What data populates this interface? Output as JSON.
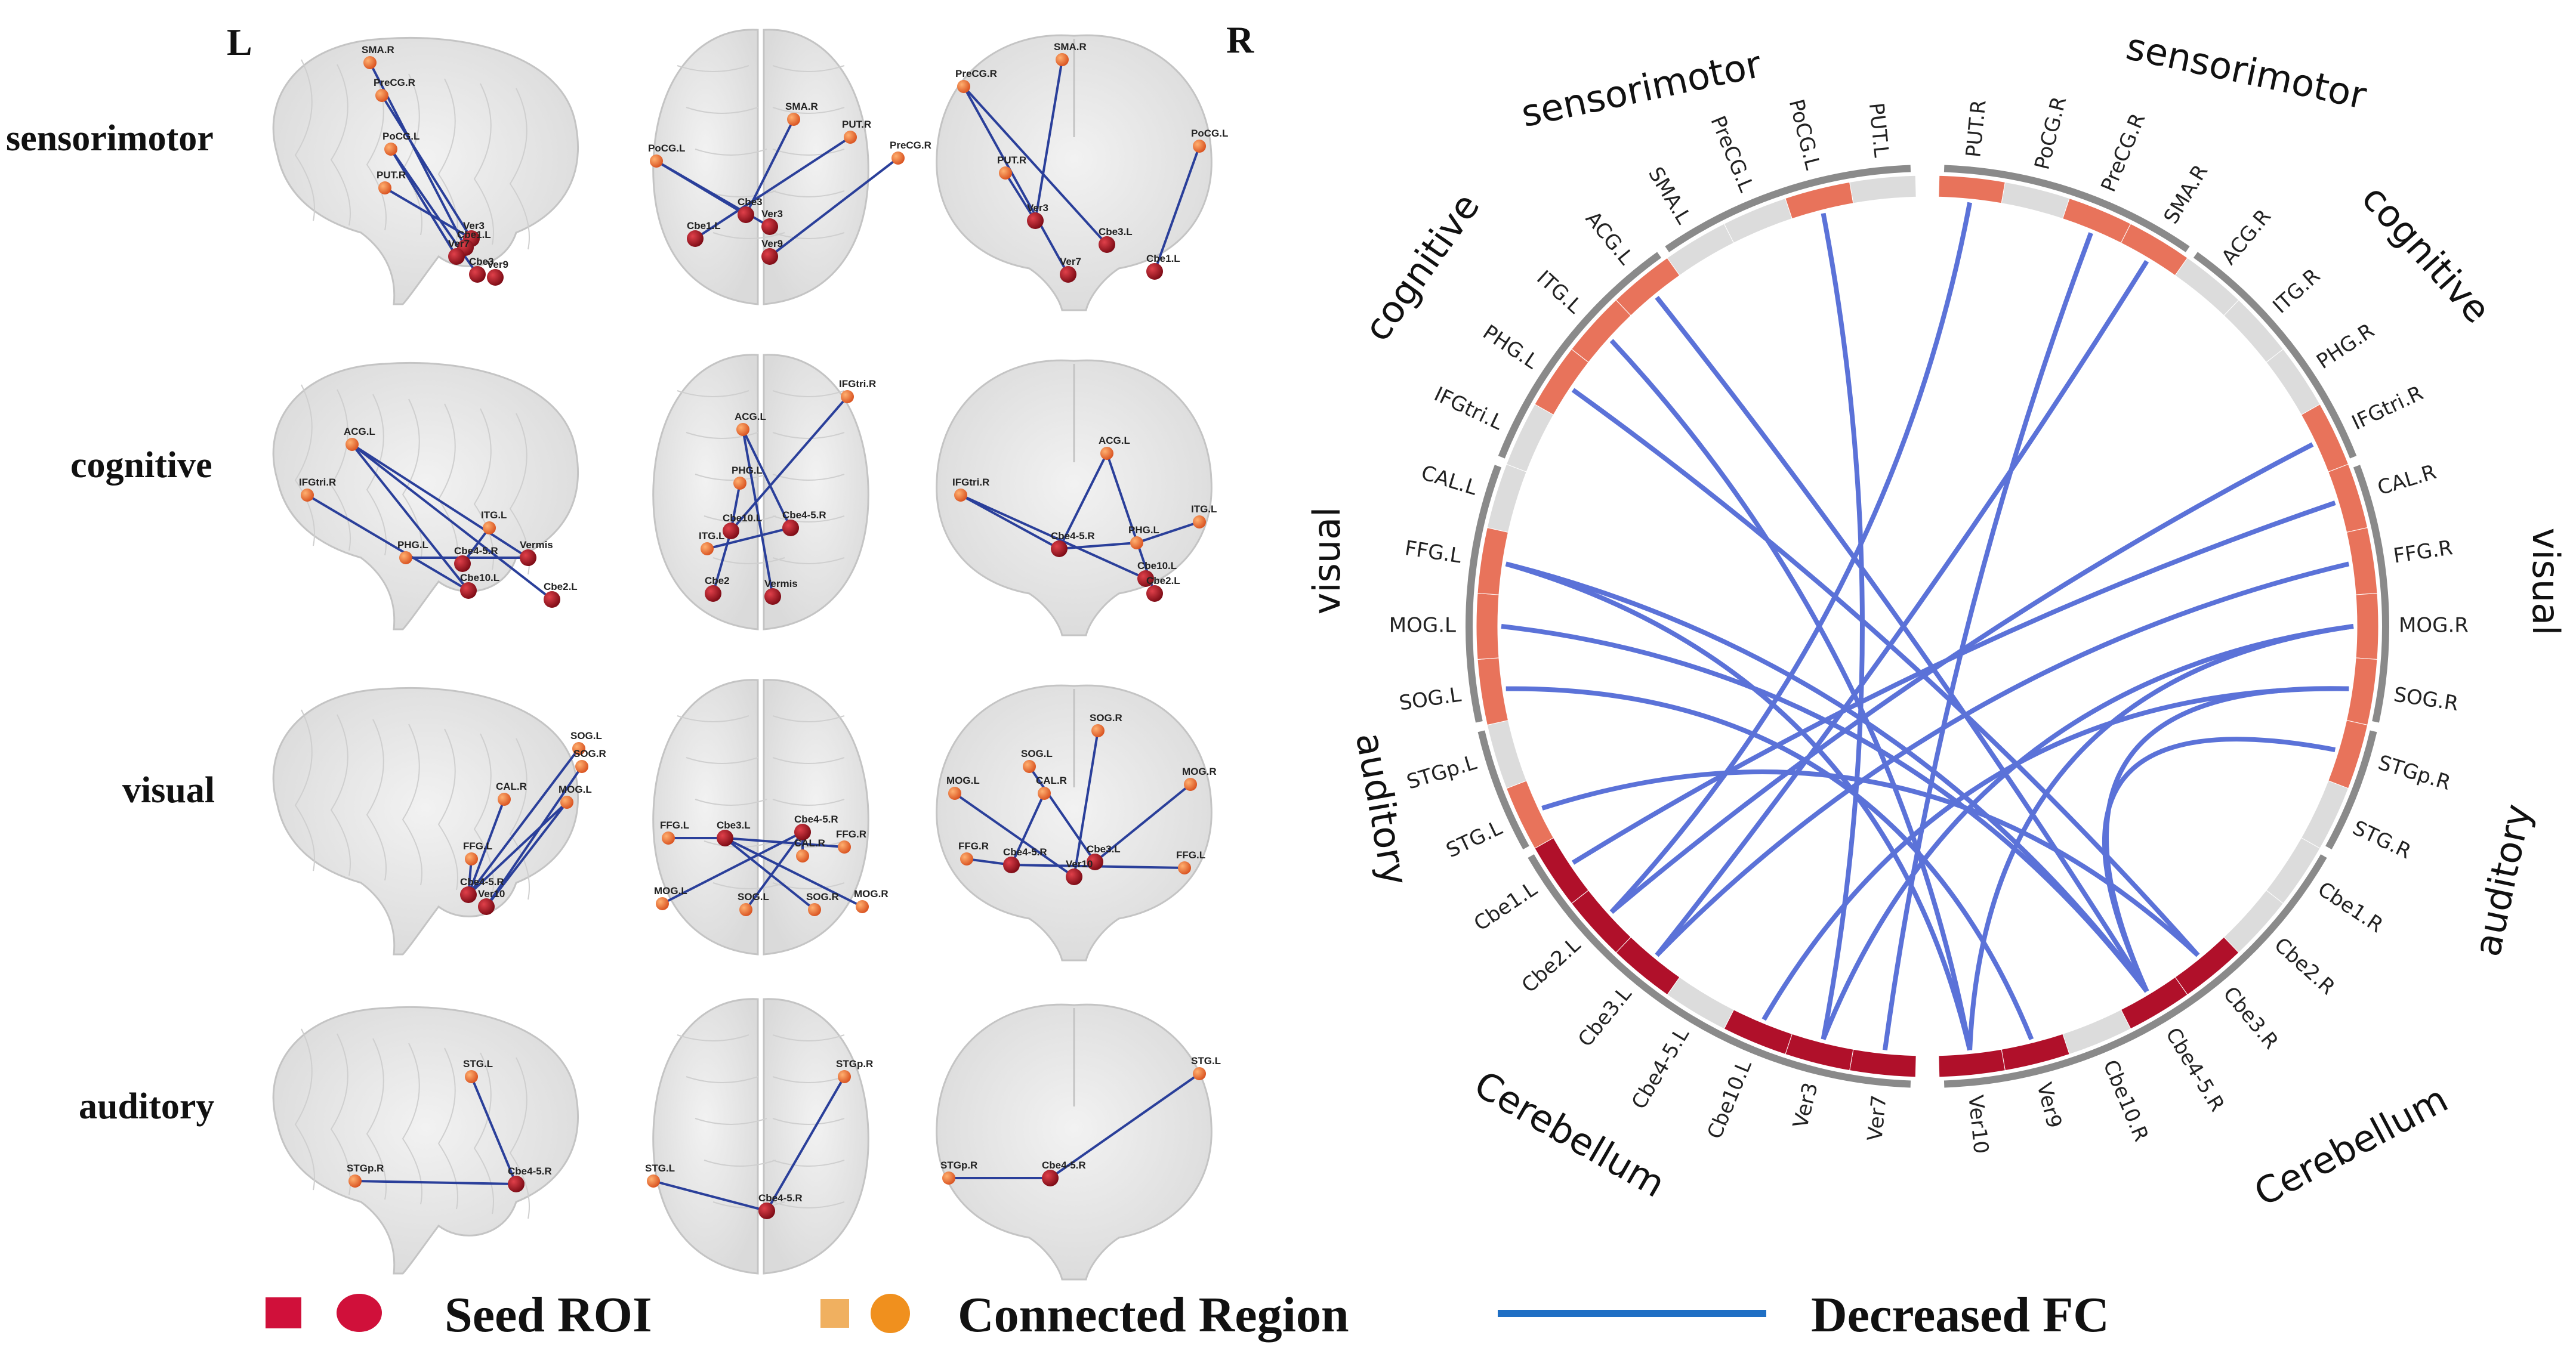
{
  "corner_labels": {
    "left": "L",
    "right": "R"
  },
  "row_labels": [
    "sensorimotor",
    "cognitive",
    "visual",
    "auditory"
  ],
  "brain_panels": [
    {
      "row": 0,
      "view": "sagittal",
      "nodes": [
        "SMA.R",
        "PreCG.R",
        "PoCG.L",
        "PUT.R",
        "Ver3",
        "Cbe1.L",
        "Ver7",
        "Cbe3",
        "Ver9"
      ]
    },
    {
      "row": 0,
      "view": "axial",
      "nodes": [
        "SMA.R",
        "PUT.R",
        "PreCG.R",
        "PoCG.L",
        "Cbe3",
        "Cbe1.L",
        "Ver3",
        "Ver9"
      ]
    },
    {
      "row": 0,
      "view": "coronal",
      "nodes": [
        "SMA.R",
        "PreCG.R",
        "PoCG.L",
        "PUT.R",
        "Ver3",
        "Cbe3.L",
        "Cbe1.L",
        "Ver7"
      ]
    },
    {
      "row": 1,
      "view": "sagittal",
      "nodes": [
        "ACG.L",
        "IFGtri.R",
        "ITG.L",
        "Cbe4-5.R",
        "PHG.L",
        "Vermis",
        "Cbe10.L",
        "Cbe2.L"
      ]
    },
    {
      "row": 1,
      "view": "axial",
      "nodes": [
        "IFGtri.R",
        "ACG.L",
        "PHG.L",
        "Cbe10.L",
        "Cbe4-5.R",
        "ITG.L",
        "Cbe2",
        "Vermis"
      ]
    },
    {
      "row": 1,
      "view": "coronal",
      "nodes": [
        "IFGtri.R",
        "ACG.L",
        "ITG.L",
        "Cbe4-5.R",
        "PHG.L",
        "Cbe10.L",
        "Cbe2.L"
      ]
    },
    {
      "row": 2,
      "view": "sagittal",
      "nodes": [
        "SOG.L",
        "SOG.R",
        "CAL.R",
        "MOG.L",
        "FFG.L",
        "Cbe4-5.R",
        "Ver10"
      ]
    },
    {
      "row": 2,
      "view": "axial",
      "nodes": [
        "FFG.L",
        "Cbe3.L",
        "Cbe4-5.R",
        "CAL.R",
        "FFG.R",
        "MOG.L",
        "SOG.L",
        "SOG.R",
        "MOG.R"
      ]
    },
    {
      "row": 2,
      "view": "coronal",
      "nodes": [
        "SOG.R",
        "SOG.L",
        "MOG.R",
        "CAL.R",
        "MOG.L",
        "FFG.R",
        "Cbe4-5.R",
        "Cbe3.L",
        "FFG.L",
        "Ver10"
      ]
    },
    {
      "row": 3,
      "view": "sagittal",
      "nodes": [
        "STG.L",
        "Cbe4-5.R",
        "STGp.R"
      ]
    },
    {
      "row": 3,
      "view": "axial",
      "nodes": [
        "STGp.R",
        "STG.L",
        "Cbe4-5.R"
      ]
    },
    {
      "row": 3,
      "view": "coronal",
      "nodes": [
        "STG.L",
        "STGp.R",
        "Cbe4-5.R"
      ]
    }
  ],
  "circle": {
    "regions": [
      "PUT.R",
      "PoCG.R",
      "PreCG.R",
      "SMA.R",
      "ACG.R",
      "ITG.R",
      "PHG.R",
      "IFGtri.R",
      "CAL.R",
      "FFG.R",
      "MOG.R",
      "SOG.R",
      "STGp.R",
      "STG.R",
      "Cbe1.R",
      "Cbe2.R",
      "Cbe3.R",
      "Cbe4-5.R",
      "Cbe10.R",
      "Ver9",
      "Ver10",
      "Ver7",
      "Ver3",
      "Cbe10.L",
      "Cbe4-5.L",
      "Cbe3.L",
      "Cbe2.L",
      "Cbe1.L",
      "STG.L",
      "STGp.L",
      "SOG.L",
      "MOG.L",
      "FFG.L",
      "CAL.L",
      "IFGtri.L",
      "PHG.L",
      "ITG.L",
      "ACG.L",
      "SMA.L",
      "PreCG.L",
      "PoCG.L",
      "PUT.L"
    ],
    "group_labels": {
      "sensorimotor_right": "sensorimotor",
      "cognitive_right": "cognitive",
      "visual_right": "visual",
      "auditory_right": "auditory",
      "cerebellum_right": "Cerebellum",
      "cerebellum_left": "Cerebellum",
      "auditory_left": "auditory",
      "visual_left": "visual",
      "cognitive_left": "cognitive",
      "sensorimotor_left": "sensorimotor"
    }
  },
  "legend": {
    "seed": "Seed ROI",
    "connected": "Connected Region",
    "decreased": "Decreased FC"
  },
  "colors": {
    "seed": "#b0102a",
    "seed_node": "#d0103a",
    "connected": "#e8735b",
    "connected_node": "#f0901e",
    "connected_square": "#f0b060",
    "neutral": "#dcdcdc",
    "ring": "#8a8a8a",
    "line": "#5b72d8",
    "legend_line": "#1f6fc4"
  }
}
